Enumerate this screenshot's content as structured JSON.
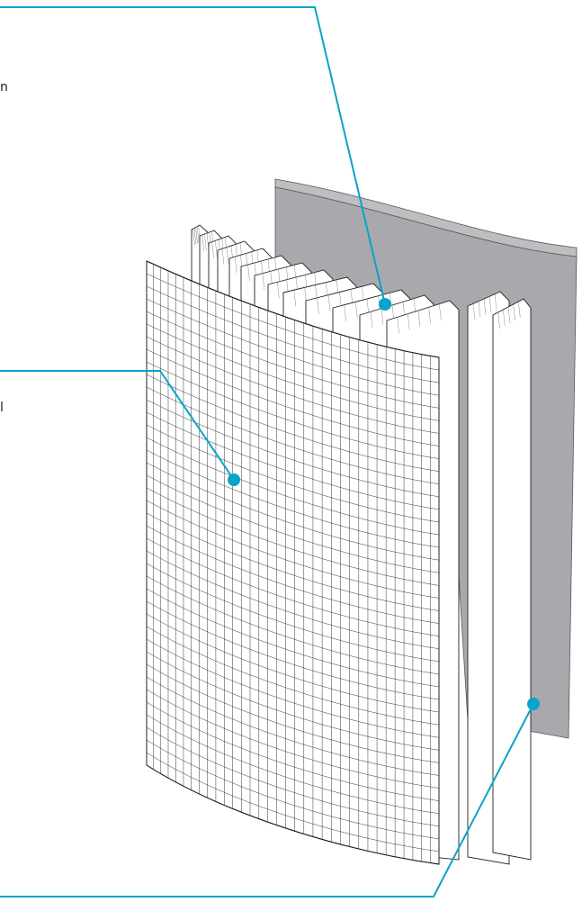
{
  "callouts": [
    {
      "id": "pleated-filter",
      "fragment": "n"
    },
    {
      "id": "mesh-prefilter",
      "fragment": "l"
    },
    {
      "id": "gray-housing",
      "fragment": ""
    }
  ],
  "colors": {
    "leader": "#0aa3c9",
    "housing": "#a7a9ac",
    "housing_top": "#bcbec0",
    "outline": "#231f20",
    "paper": "#ffffff"
  }
}
